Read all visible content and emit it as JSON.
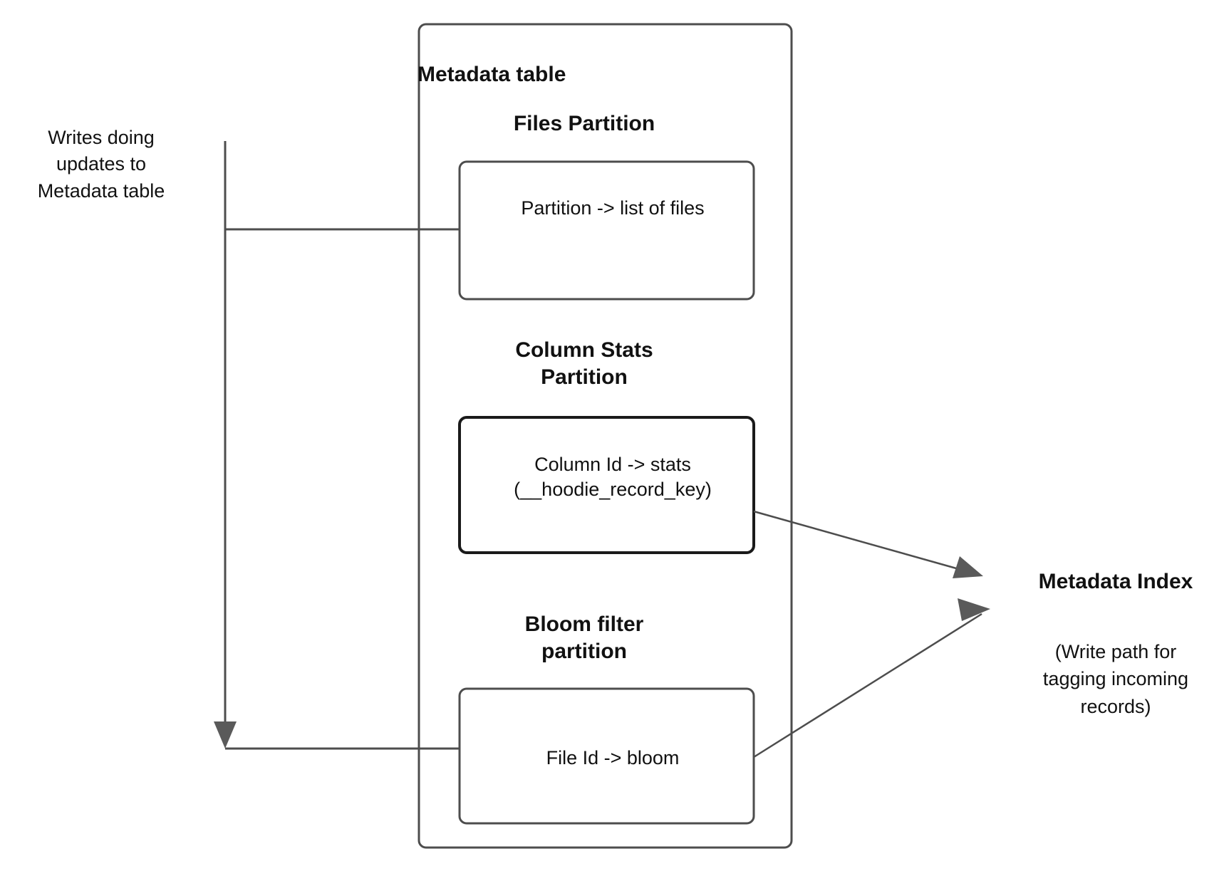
{
  "diagram": {
    "title": "Metadata table",
    "left_annotation": "Writes doing\nupdates to\nMetadata table",
    "partitions": [
      {
        "heading": "Files Partition",
        "box_text": "Partition -> list of files"
      },
      {
        "heading": "Column Stats\nPartition",
        "box_text": "Column Id  -> stats\n(__hoodie_record_key)"
      },
      {
        "heading": "Bloom filter\npartition",
        "box_text": "File Id -> bloom"
      }
    ],
    "right_label": {
      "title": "Metadata Index",
      "note": "(Write path for\ntagging incoming\nrecords)"
    },
    "colors": {
      "stroke": "#4d4d4d",
      "stroke_strong": "#1a1a1a",
      "arrow_fill": "#5a5a5a",
      "background": "#ffffff",
      "text": "#111111"
    }
  }
}
